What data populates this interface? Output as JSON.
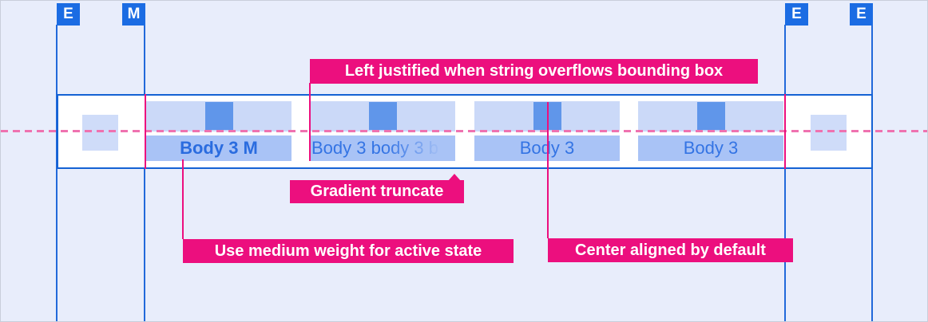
{
  "guides": {
    "markers": [
      {
        "label": "E"
      },
      {
        "label": "M"
      },
      {
        "label": "E"
      },
      {
        "label": "E"
      }
    ]
  },
  "tabbar": {
    "tabs": [
      {
        "label": "Body 3 M",
        "align": "center",
        "weight": "medium",
        "state": "active"
      },
      {
        "label": "Body 3 body 3 b",
        "align": "left",
        "truncation": "gradient"
      },
      {
        "label": "Body 3",
        "align": "center"
      },
      {
        "label": "Body 3",
        "align": "center"
      }
    ]
  },
  "annotations": {
    "overflow_label": "Left justified when string overflows bounding box",
    "truncate_label": "Gradient truncate",
    "active_label": "Use medium weight for active state",
    "center_label": "Center aligned by default"
  },
  "colors": {
    "background": "#e8edfb",
    "accent_pink": "#ec0f7e",
    "dashed_line_pink": "#ef72b0",
    "guide_blue": "#1b6ce3",
    "bar_border_blue": "#1462d4",
    "tab_top_bg": "#cbd9f8",
    "tab_label_bg": "#a9c3f6",
    "tab_icon_blue": "#6096ea",
    "spacer_bg": "#cfdcf9",
    "active_text_blue": "#2a6cdf",
    "label_text_blue": "#3474e4"
  }
}
